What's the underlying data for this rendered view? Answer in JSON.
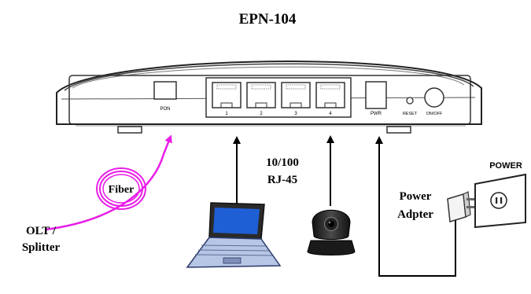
{
  "title": "EPN-104",
  "router": {
    "ports": {
      "pon": "PON",
      "lan": [
        "1",
        "2",
        "3",
        "4"
      ],
      "pwr": "PWR",
      "reset": "RESET",
      "onoff": "ON/OFF"
    }
  },
  "labels": {
    "fiber": "Fiber",
    "olt_line1": "OLT /",
    "olt_line2": "Splitter",
    "rj45_line1": "10/100",
    "rj45_line2": "RJ-45",
    "power_line1": "Power",
    "power_line2": "Adpter",
    "outlet": "POWER"
  },
  "colors": {
    "fiber": "#e81ee8",
    "line": "#000000",
    "laptop_screen": "#1f5fd6",
    "laptop_body": "#b8c6e6"
  },
  "icons": {
    "laptop": "laptop-icon",
    "camera": "ip-camera-icon",
    "adapter": "power-adapter-icon",
    "outlet": "power-outlet-icon"
  }
}
